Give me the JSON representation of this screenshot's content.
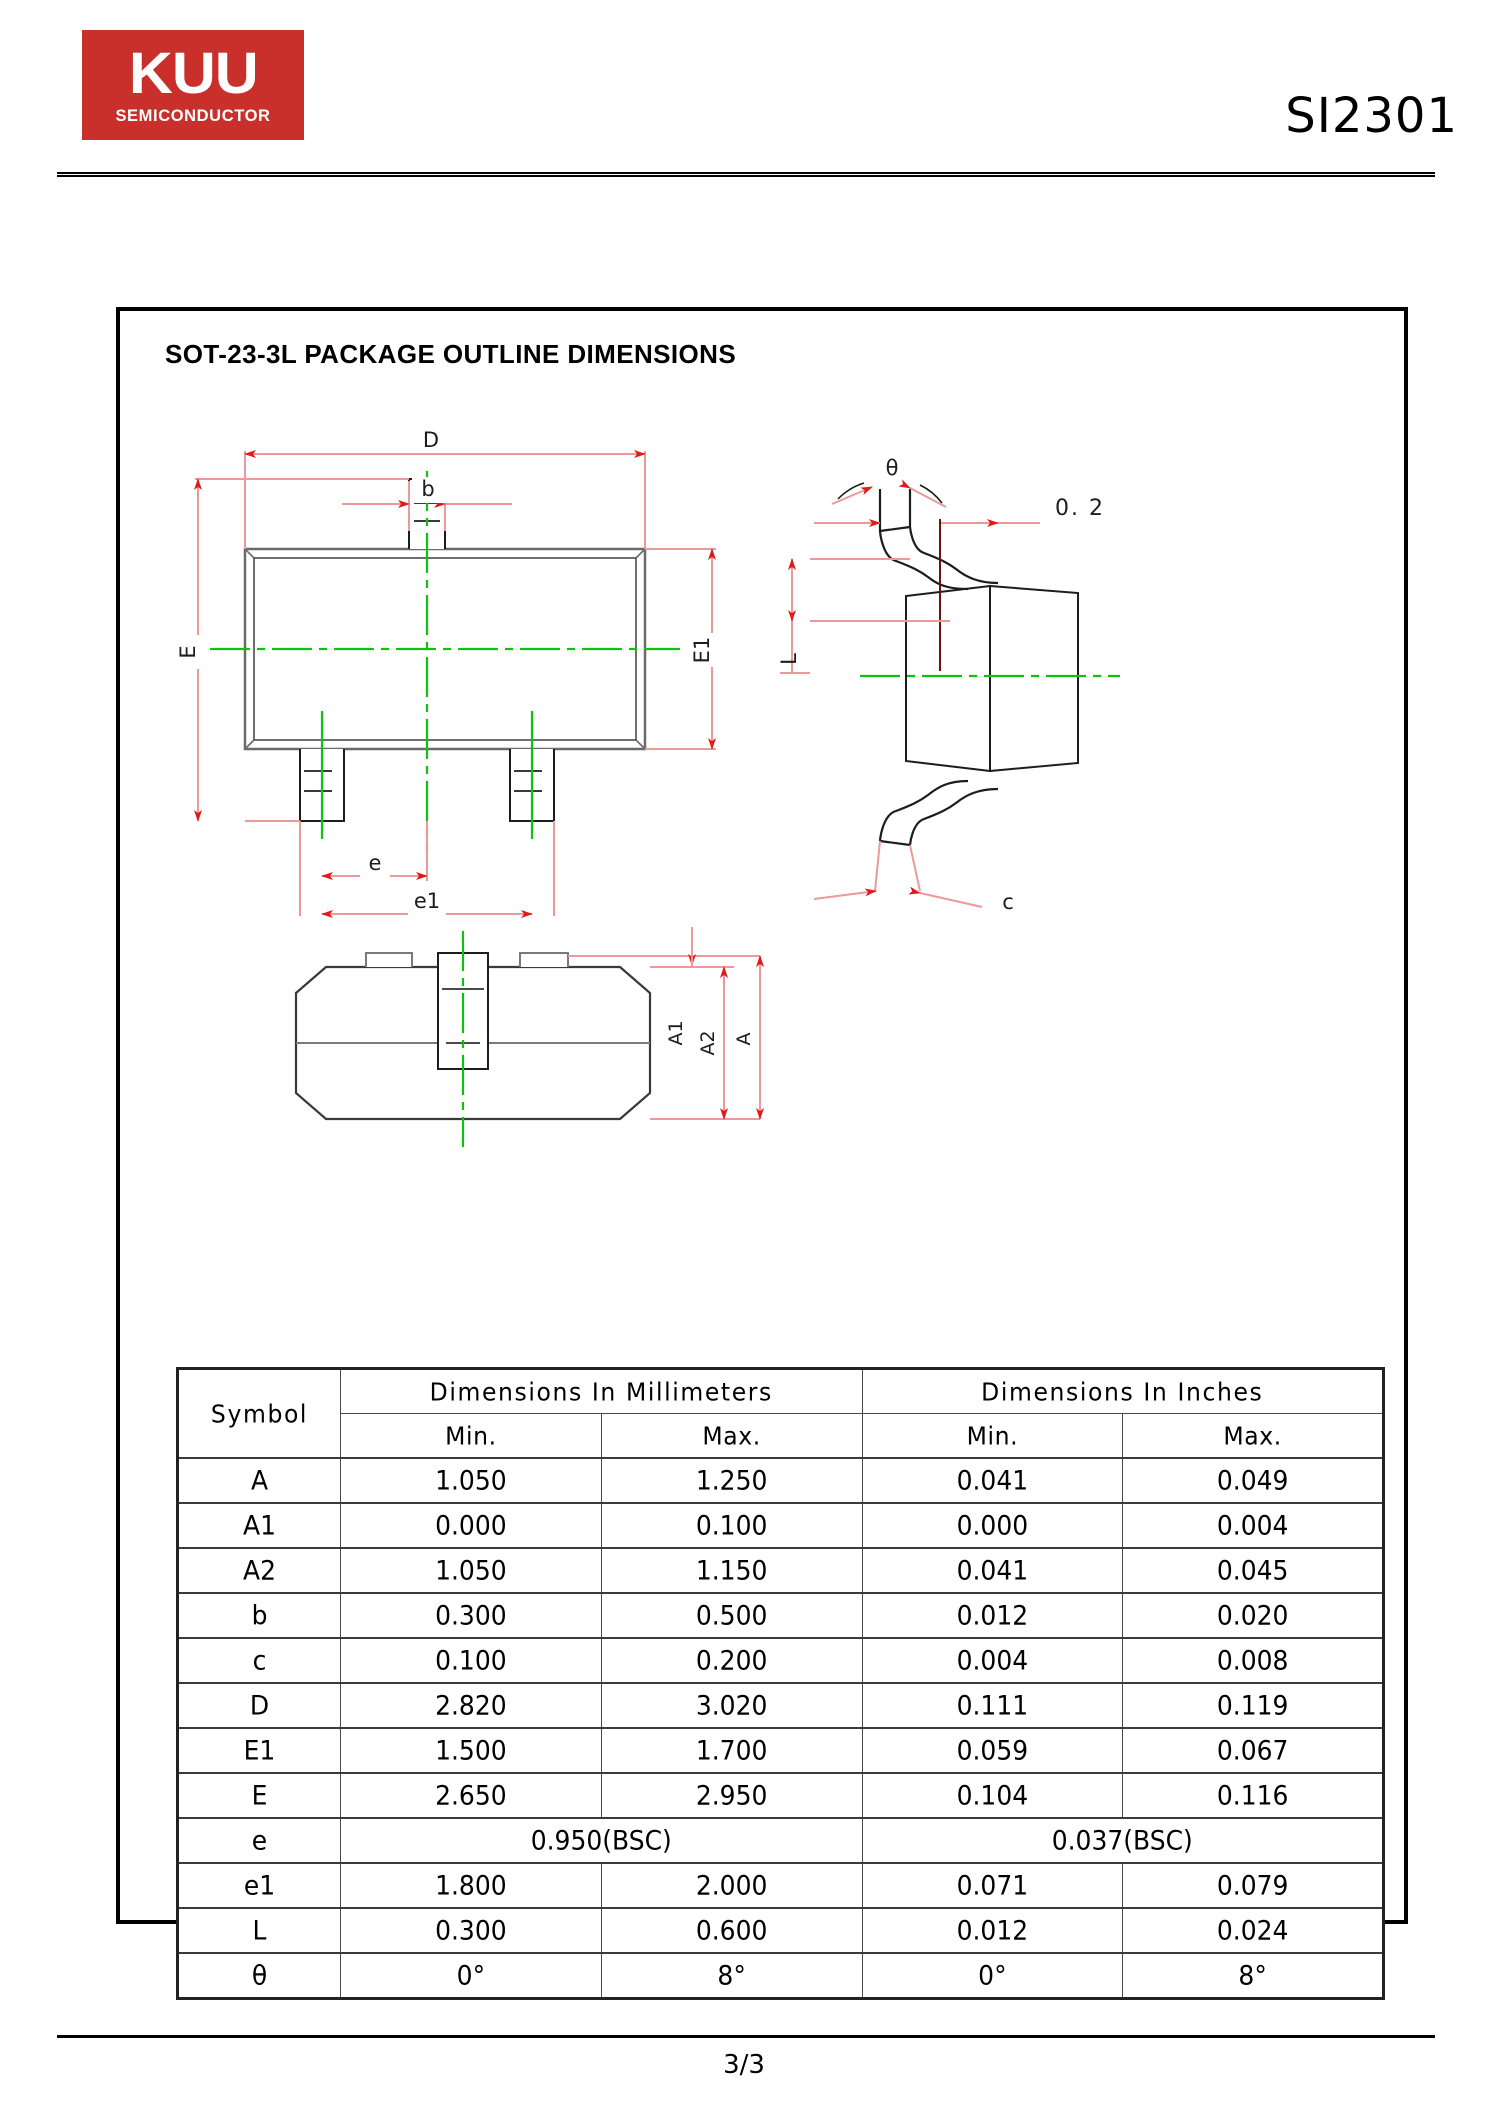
{
  "header": {
    "logo_main": "KUU",
    "logo_sub": "SEMICONDUCTOR",
    "logo_color": "#c9302c",
    "part_number": "SI2301"
  },
  "section": {
    "title": "SOT-23-3L  PACKAGE  OUTLINE  DIMENSIONS"
  },
  "drawing_labels": {
    "top_view": {
      "D": "D",
      "b": "b",
      "E": "E",
      "E1": "E1",
      "e": "e",
      "e1": "e1"
    },
    "side_view": {
      "theta": "θ",
      "gap": "0. 2",
      "L": "L",
      "c": "c"
    },
    "front_view": {
      "A1": "A1",
      "A2": "A2",
      "A": "A"
    }
  },
  "table": {
    "group_headers": {
      "symbol": "Symbol",
      "mm": "Dimensions  In  Millimeters",
      "inch": "Dimensions  In  Inches"
    },
    "sub_headers": [
      "Min.",
      "Max.",
      "Min.",
      "Max."
    ],
    "rows": [
      {
        "symbol": "A",
        "mm_min": "1.050",
        "mm_max": "1.250",
        "in_min": "0.041",
        "in_max": "0.049"
      },
      {
        "symbol": "A1",
        "mm_min": "0.000",
        "mm_max": "0.100",
        "in_min": "0.000",
        "in_max": "0.004"
      },
      {
        "symbol": "A2",
        "mm_min": "1.050",
        "mm_max": "1.150",
        "in_min": "0.041",
        "in_max": "0.045"
      },
      {
        "symbol": "b",
        "mm_min": "0.300",
        "mm_max": "0.500",
        "in_min": "0.012",
        "in_max": "0.020"
      },
      {
        "symbol": "c",
        "mm_min": "0.100",
        "mm_max": "0.200",
        "in_min": "0.004",
        "in_max": "0.008"
      },
      {
        "symbol": "D",
        "mm_min": "2.820",
        "mm_max": "3.020",
        "in_min": "0.111",
        "in_max": "0.119"
      },
      {
        "symbol": "E1",
        "mm_min": "1.500",
        "mm_max": "1.700",
        "in_min": "0.059",
        "in_max": "0.067"
      },
      {
        "symbol": "E",
        "mm_min": "2.650",
        "mm_max": "2.950",
        "in_min": "0.104",
        "in_max": "0.116"
      },
      {
        "symbol": "e",
        "mm_span": "0.950(BSC)",
        "in_span": "0.037(BSC)",
        "merged": true
      },
      {
        "symbol": "e1",
        "mm_min": "1.800",
        "mm_max": "2.000",
        "in_min": "0.071",
        "in_max": "0.079"
      },
      {
        "symbol": "L",
        "mm_min": "0.300",
        "mm_max": "0.600",
        "in_min": "0.012",
        "in_max": "0.024"
      },
      {
        "symbol": "θ",
        "mm_min": "0°",
        "mm_max": "8°",
        "in_min": "0°",
        "in_max": "8°"
      }
    ]
  },
  "footer": {
    "page": "3/3"
  }
}
